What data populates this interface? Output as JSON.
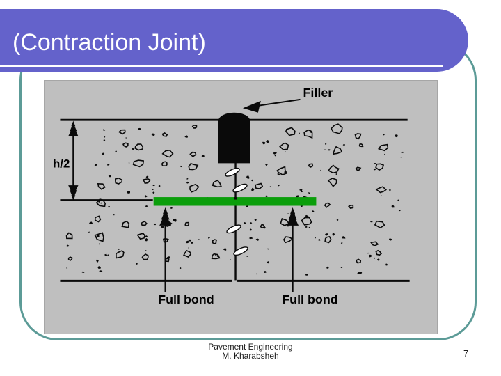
{
  "slide": {
    "title": "(Contraction Joint)",
    "footer_line1": "Pavement Engineering",
    "footer_line2": "M. Kharabsheh",
    "page_number": "7"
  },
  "diagram": {
    "filler_label": "Filler",
    "depth_label": "h/2",
    "full_bond_left_label": "Full bond",
    "full_bond_right_label": "Full bond"
  },
  "colors": {
    "header-purple": "#6462CB",
    "border-teal": "#5C9B97",
    "diagram-gray": "#BFBFBF",
    "dowel-green": "#0B9E0B",
    "line-black": "#0a0a0a",
    "title-white": "#FFFFFF"
  }
}
